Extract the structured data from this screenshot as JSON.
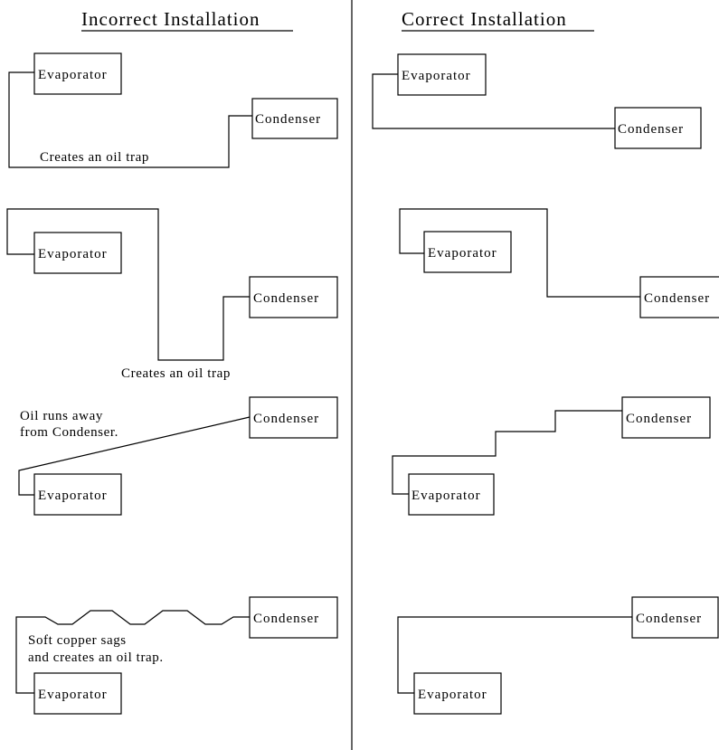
{
  "headings": {
    "incorrect": "Incorrect Installation",
    "correct": "Correct Installation"
  },
  "labels": {
    "evaporator": "Evaporator",
    "condenser": "Condenser"
  },
  "notes": {
    "oil_trap_1": "Creates an oil trap",
    "oil_trap_2": "Creates an oil trap",
    "oil_runs_line1": "Oil runs away",
    "oil_runs_line2": "from Condenser.",
    "sags_line1": "Soft copper sags",
    "sags_line2": "and creates an oil trap."
  }
}
